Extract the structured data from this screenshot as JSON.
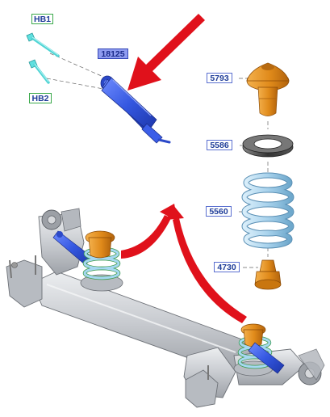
{
  "labels": {
    "hb1": "HB1",
    "hb2": "HB2",
    "shock": "18125",
    "bump_stop_upper": "5793",
    "isolator": "5586",
    "spring": "5560",
    "bump_stop_lower": "4730"
  },
  "colors": {
    "shock_absorber": "#3b5fe0",
    "bolt": "#4fd4d4",
    "bump_stop": "#e08a1a",
    "spring": "#b8dcf0",
    "axle": "#c8cbd0",
    "arrow": "#e0111b",
    "label_border_green": "#3aa94a",
    "label_border_blue": "#5a6fd0",
    "label_fill_blue": "#8f9cf0"
  }
}
